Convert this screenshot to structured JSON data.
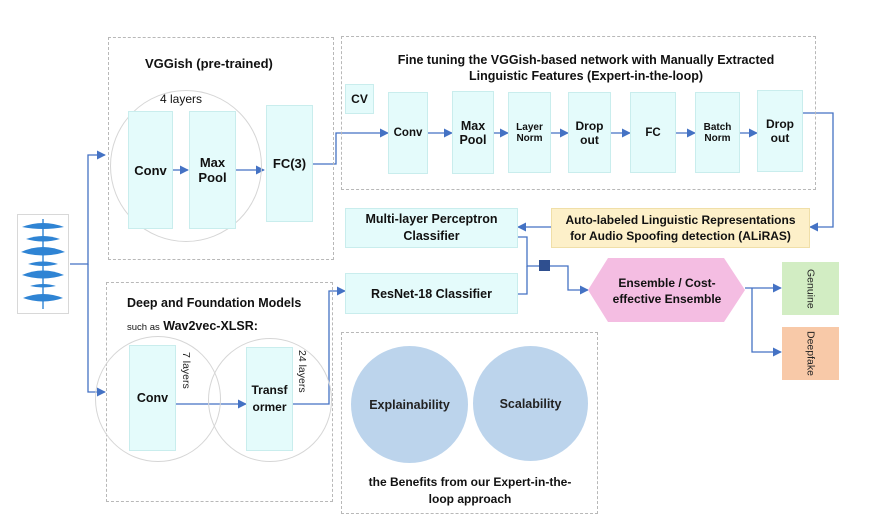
{
  "vggish": {
    "title": "VGGish (pre-trained)",
    "layers_label": "4 layers",
    "conv": "Conv",
    "maxpool": "Max\nPool",
    "fc": "FC(3)"
  },
  "finetune": {
    "title": "Fine tuning the VGGish-based network with Manually Extracted\nLinguistic Features (Expert-in-the-loop)",
    "cv": "CV",
    "layers": [
      "Conv",
      "Max\nPool",
      "Layer\nNorm",
      "Drop\nout",
      "FC",
      "Batch\nNorm",
      "Drop\nout"
    ]
  },
  "alliras": "Auto-labeled Linguistic Representations\nfor Audio Spoofing detection (ALiRAS)",
  "mlp": "Multi-layer Perceptron\nClassifier",
  "resnet": "ResNet-18 Classifier",
  "ensemble": "Ensemble / Cost-\neffective Ensemble",
  "outputs": {
    "genuine": "Genuine",
    "deepfake": "Deepfake"
  },
  "deep": {
    "title": "Deep and Foundation Models",
    "such_as": "such as",
    "model": "Wav2vec-XLSR:",
    "conv": "Conv",
    "conv_layers": "7 layers",
    "transformer": "Transf\normer",
    "transformer_layers": "24 layers"
  },
  "benefits": {
    "explainability": "Explainability",
    "scalability": "Scalability",
    "caption": "the Benefits from our Expert-in-the-\nloop approach"
  },
  "colors": {
    "arrow": "#4472c4",
    "layer_fill": "#e4fbfb",
    "alliras_fill": "#fdf0c9",
    "ensemble_fill": "#f4bde2",
    "genuine_fill": "#d2edc3",
    "deepfake_fill": "#f8c9a8",
    "bubble_fill": "#bcd4ec",
    "junction": "#2f4f8f"
  },
  "icons": {
    "waveform": "audio-waveform-icon"
  }
}
